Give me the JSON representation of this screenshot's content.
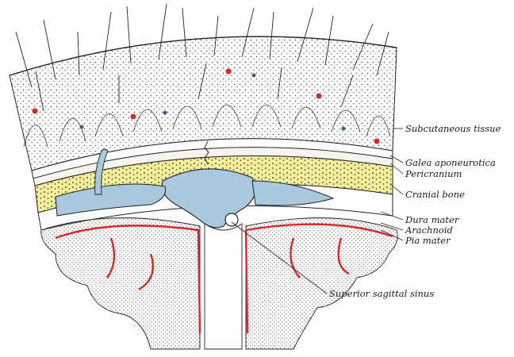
{
  "labels": {
    "subcutaneous_tissue": "Subcutaneous tissue",
    "galea_aponeurotica": "Galea aponeurotica",
    "pericranium": "Pericranium",
    "cranial_bone": "Cranial bone",
    "dura_mater": "Dura mater",
    "arachnoid": "Arachnoid",
    "pia_mater": "Pia mater",
    "superior_sagittal_sinus": "Superior sagittal sinus"
  },
  "colors": {
    "bone": "#f2ee9a",
    "sinus": "#a9c7dd",
    "artery": "#d42a2a",
    "vein": "#3a5f7a",
    "ink": "#222222"
  }
}
